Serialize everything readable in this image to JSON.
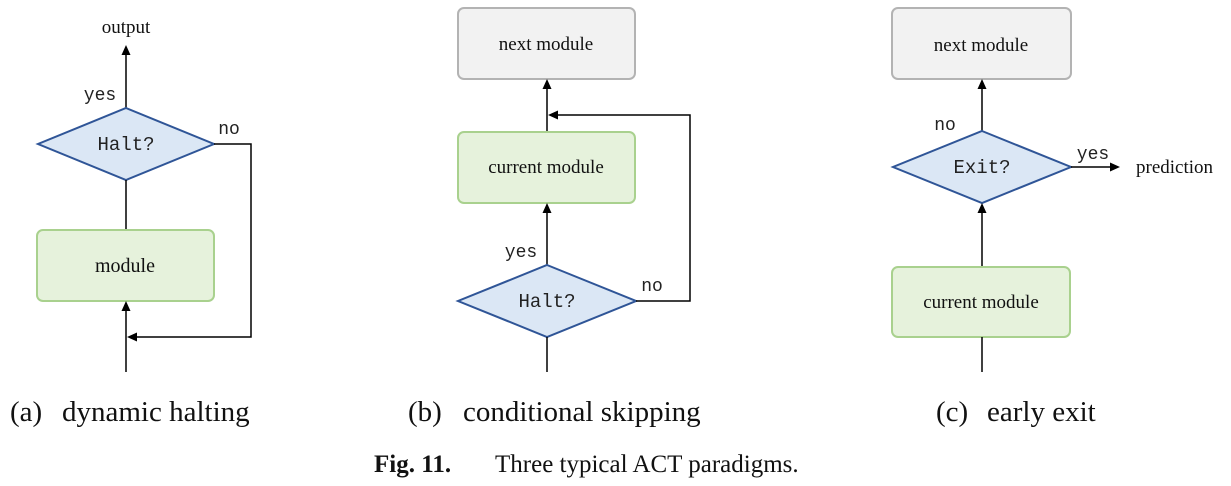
{
  "panel_a": {
    "output_label": "output",
    "yes_label": "yes",
    "no_label": "no",
    "decision_label": "Halt?",
    "module_label": "module",
    "caption_tag": "(a)",
    "caption_text": "dynamic halting"
  },
  "panel_b": {
    "next_module_label": "next module",
    "current_module_label": "current module",
    "yes_label": "yes",
    "no_label": "no",
    "decision_label": "Halt?",
    "caption_tag": "(b)",
    "caption_text": "conditional skipping"
  },
  "panel_c": {
    "next_module_label": "next module",
    "no_label": "no",
    "yes_label": "yes",
    "decision_label": "Exit?",
    "prediction_label": "prediction",
    "current_module_label": "current module",
    "caption_tag": "(c)",
    "caption_text": "early exit"
  },
  "figure_caption": {
    "label": "Fig. 11.",
    "text": "Three typical ACT paradigms."
  },
  "colors": {
    "module_fill": "#e6f2dc",
    "module_border": "#a9d18e",
    "next_module_fill": "#f2f2f2",
    "next_module_border": "#b3b3b3",
    "decision_fill": "#dbe7f5",
    "decision_border": "#2f5597"
  }
}
